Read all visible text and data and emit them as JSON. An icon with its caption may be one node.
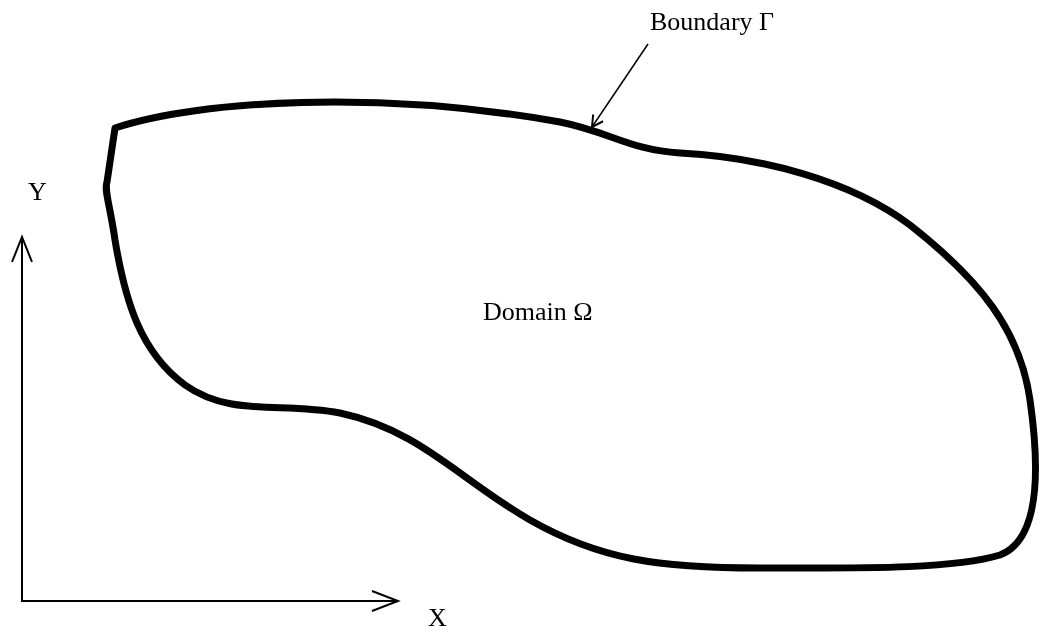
{
  "diagram": {
    "nodes": [
      {
        "text": [
          "Domain Ω"
        ]
      },
      {
        "text": [
          "Boundary Γ"
        ]
      }
    ],
    "edges": [
      {
        "from": 1,
        "to": 0,
        "arrow": "to"
      }
    ],
    "labels": [
      "Y",
      "X"
    ]
  }
}
